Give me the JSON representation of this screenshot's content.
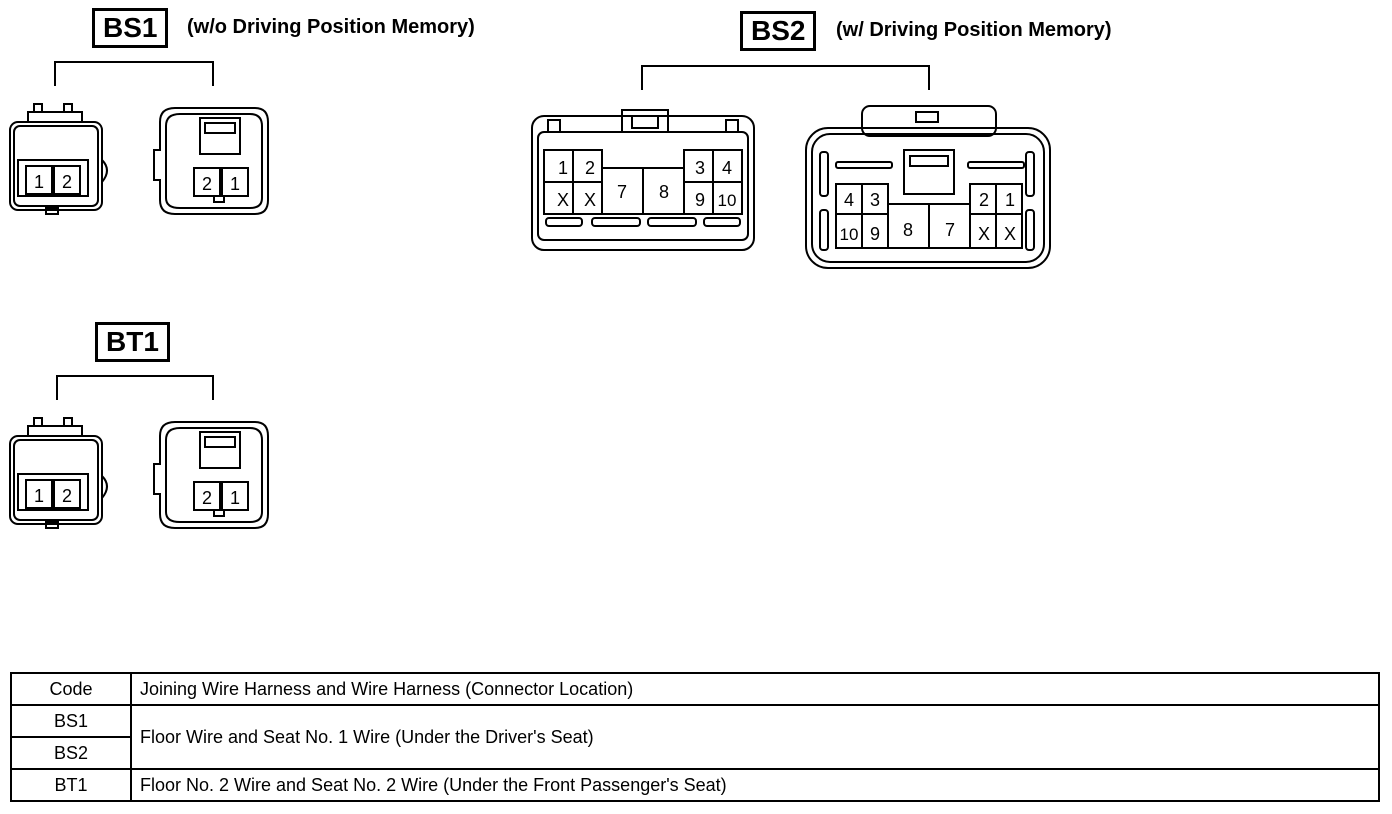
{
  "groups": {
    "bs1": {
      "code": "BS1",
      "caption": "(w/o Driving Position Memory)"
    },
    "bs2": {
      "code": "BS2",
      "caption": "(w/ Driving Position Memory)"
    },
    "bt1": {
      "code": "BT1"
    }
  },
  "pins": {
    "bs1_male": [
      "1",
      "2"
    ],
    "bs1_female": [
      "2",
      "1"
    ],
    "bt1_male": [
      "1",
      "2"
    ],
    "bt1_female": [
      "2",
      "1"
    ],
    "bs2_male": [
      "1",
      "2",
      "X",
      "X",
      "7",
      "8",
      "3",
      "4",
      "9",
      "10"
    ],
    "bs2_female": [
      "4",
      "3",
      "10",
      "9",
      "8",
      "7",
      "2",
      "1",
      "X",
      "X"
    ]
  },
  "table": {
    "header": {
      "code": "Code",
      "desc": "Joining Wire Harness and Wire Harness (Connector Location)"
    },
    "rows": [
      {
        "code": "BS1"
      },
      {
        "code": "BS2"
      },
      {
        "code": "BT1",
        "desc": "Floor No. 2 Wire and Seat No. 2 Wire (Under the Front Passenger's Seat)"
      }
    ],
    "shared_desc": "Floor Wire and Seat No. 1 Wire (Under the Driver's Seat)"
  }
}
